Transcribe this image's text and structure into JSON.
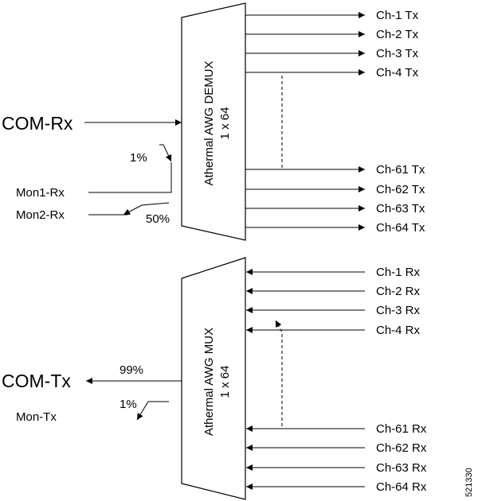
{
  "demux": {
    "title": "Athermal AWG DEMUX",
    "subtitle": "1 x 64",
    "input": "COM-Rx",
    "tap_percent": "1%",
    "mon1": "Mon1-Rx",
    "mon2": "Mon2-Rx",
    "split_percent": "50%",
    "channels": [
      "Ch-1 Tx",
      "Ch-2 Tx",
      "Ch-3 Tx",
      "Ch-4 Tx",
      "Ch-61 Tx",
      "Ch-62 Tx",
      "Ch-63 Tx",
      "Ch-64 Tx"
    ]
  },
  "mux": {
    "title": "Athermal AWG MUX",
    "subtitle": "1 x 64",
    "output": "COM-Tx",
    "main_percent": "99%",
    "tap_percent": "1%",
    "mon": "Mon-Tx",
    "channels": [
      "Ch-1 Rx",
      "Ch-2 Rx",
      "Ch-3 Rx",
      "Ch-4 Rx",
      "Ch-61 Rx",
      "Ch-62 Rx",
      "Ch-63 Rx",
      "Ch-64 Rx"
    ]
  },
  "figure_id": "521330"
}
